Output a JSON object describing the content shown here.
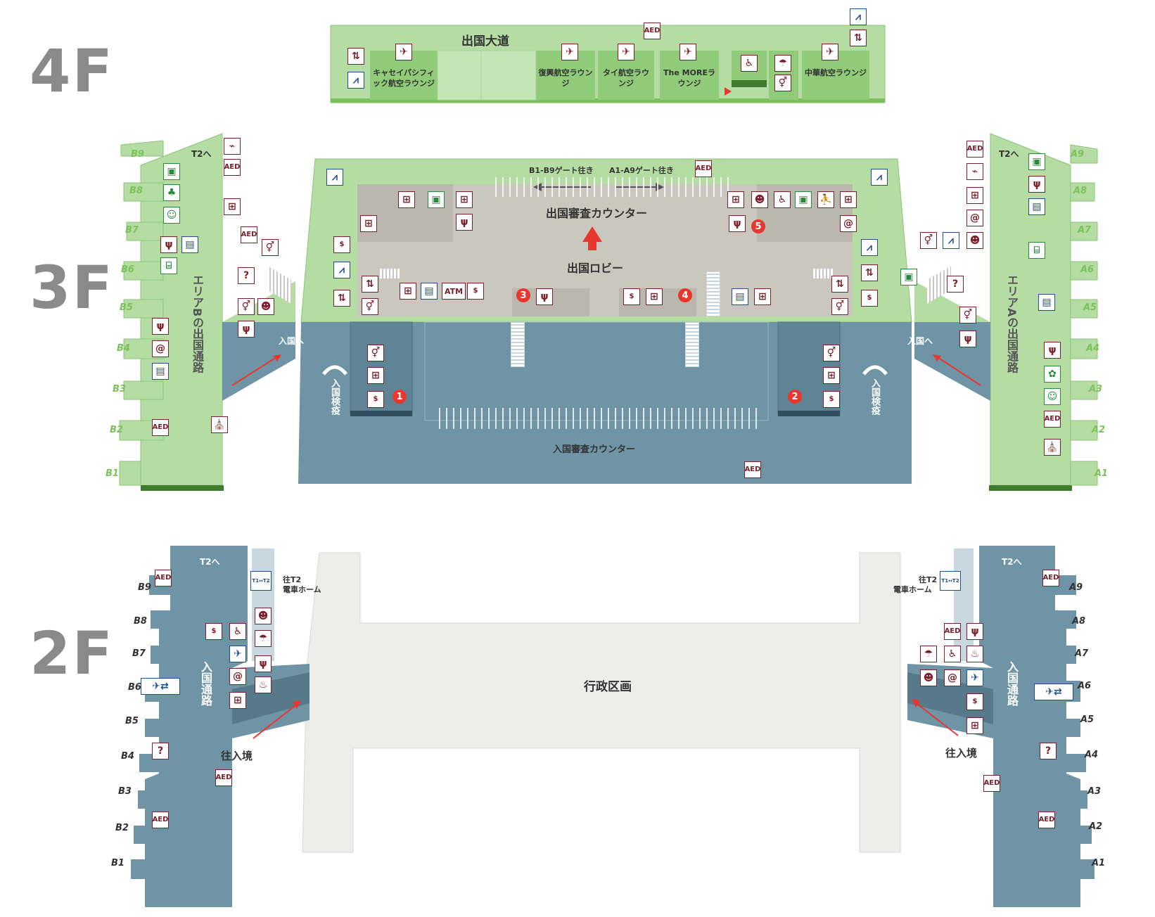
{
  "floors": {
    "f4": {
      "label": "4F",
      "corridor": "出国大道",
      "lounges": [
        "キャセイパシフィック航空ラウンジ",
        "復興航空ラウンジ",
        "タイ航空ラウンジ",
        "The MOREラウンジ",
        "中華航空ラウンジ"
      ]
    },
    "f3": {
      "label": "3F",
      "gates_b": [
        "B9",
        "B8",
        "B7",
        "B6",
        "B5",
        "B4",
        "B3",
        "B2",
        "B1"
      ],
      "gates_a": [
        "A9",
        "A8",
        "A7",
        "A6",
        "A5",
        "A4",
        "A3",
        "A2",
        "A1"
      ],
      "to_t2_left": "T2へ",
      "to_t2_right": "T2へ",
      "area_b": "エリアBの出国通路",
      "area_a": "エリアAの出国通路",
      "dir_b": "B1-B9ゲート往き",
      "dir_a": "A1-A9ゲート往き",
      "departure_counter": "出国審査カウンター",
      "departure_lobby": "出国ロビー",
      "arrival_counter": "入国審査カウンター",
      "to_arrival_left": "入国へ",
      "to_arrival_right": "入国へ",
      "quarantine_left": "入国検疫",
      "quarantine_right": "入国検疫",
      "markers": [
        "1",
        "2",
        "3",
        "4",
        "5"
      ]
    },
    "f2": {
      "label": "2F",
      "gates_b": [
        "B9",
        "B8",
        "B7",
        "B6",
        "B5",
        "B4",
        "B3",
        "B2",
        "B1"
      ],
      "gates_a": [
        "A9",
        "A8",
        "A7",
        "A6",
        "A5",
        "A4",
        "A3",
        "A2",
        "A1"
      ],
      "to_t2_left": "T2へ",
      "to_t2_right": "T2へ",
      "train_left_1": "往T2",
      "train_left_2": "電車ホーム",
      "train_right_1": "往T2",
      "train_right_2": "電車ホーム",
      "arrival_path_left": "入国通路",
      "arrival_path_right": "入国通路",
      "entry_left": "往入境",
      "entry_right": "往入境",
      "admin_area": "行政区画"
    }
  },
  "icons": {
    "aed": "AED",
    "atm": "ATM",
    "info": "?",
    "wifi": "@",
    "train": "T1↔T2"
  },
  "colors": {
    "green_floor": "#b4dca3",
    "green_dark": "#3f7a2e",
    "blue_floor": "#6e94a6",
    "grey_zone": "#c9c7be",
    "admin": "#ededeb",
    "pictogram": "#7a1f2b",
    "marker": "#e8382e"
  }
}
